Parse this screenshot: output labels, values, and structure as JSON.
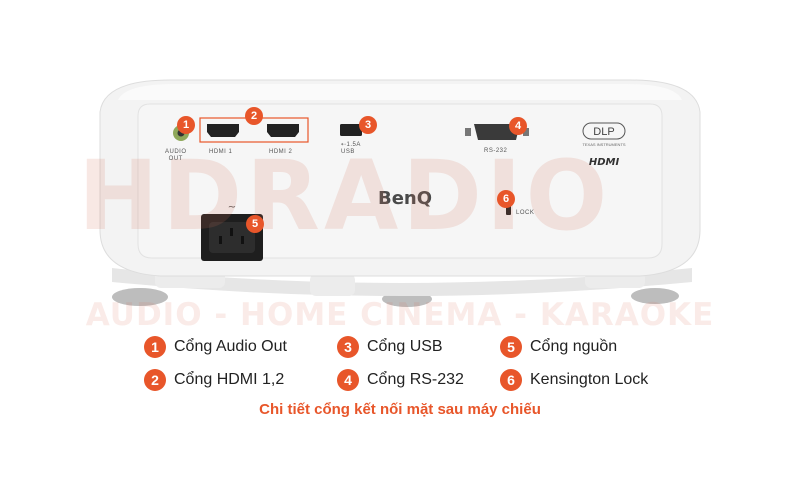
{
  "projector": {
    "brand": "BenQ",
    "dlp_logo": "DLP",
    "dlp_sub": "TEXAS INSTRUMENTS",
    "hdmi_logo": "HDMI",
    "ports": {
      "audio_label": "AUDIO\nOUT",
      "hdmi1_label": "HDMI 1",
      "hdmi2_label": "HDMI 2",
      "usb_label": "⇠1.5A\nUSB",
      "rs232_label": "RS-232",
      "lock_label": "LOCK"
    },
    "callouts": [
      "1",
      "2",
      "3",
      "4",
      "5",
      "6"
    ]
  },
  "watermark": {
    "main": "HDRADIO",
    "sub": "AUDIO - HOME CINEMA - KARAOKE"
  },
  "legend": [
    {
      "num": "1",
      "label": "Cổng Audio Out"
    },
    {
      "num": "2",
      "label": "Cổng HDMI 1,2"
    },
    {
      "num": "3",
      "label": "Cổng USB"
    },
    {
      "num": "4",
      "label": "Cổng RS-232"
    },
    {
      "num": "5",
      "label": "Cổng nguồn"
    },
    {
      "num": "6",
      "label": "Kensington Lock"
    }
  ],
  "caption": "Chi tiết cổng kết nối mặt sau máy chiếu",
  "colors": {
    "accent": "#e8562a",
    "body": "#f4f4f4"
  }
}
